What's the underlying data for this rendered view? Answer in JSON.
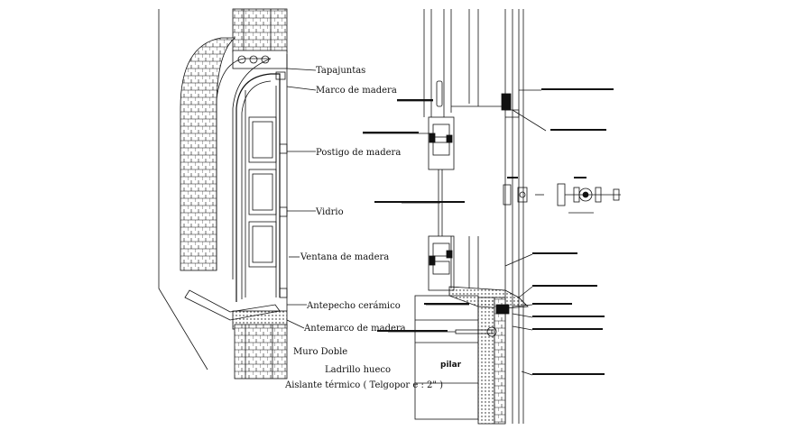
{
  "colors": {
    "line": "#111111",
    "background": "#ffffff"
  },
  "labels": {
    "tapajuntas": "Tapajuntas",
    "marco": "Marco de madera",
    "postigo": "Postigo de madera",
    "vidrio": "Vidrio",
    "ventana": "Ventana de madera",
    "antepecho": "Antepecho cerámico",
    "antemarco": "Antemarco de madera",
    "muro": "Muro Doble",
    "ladrillo": "Ladrillo hueco",
    "aislante": "Aislante térmico   ( Telgopor e : 2\" )"
  },
  "section": {
    "pilar": "pilar"
  }
}
